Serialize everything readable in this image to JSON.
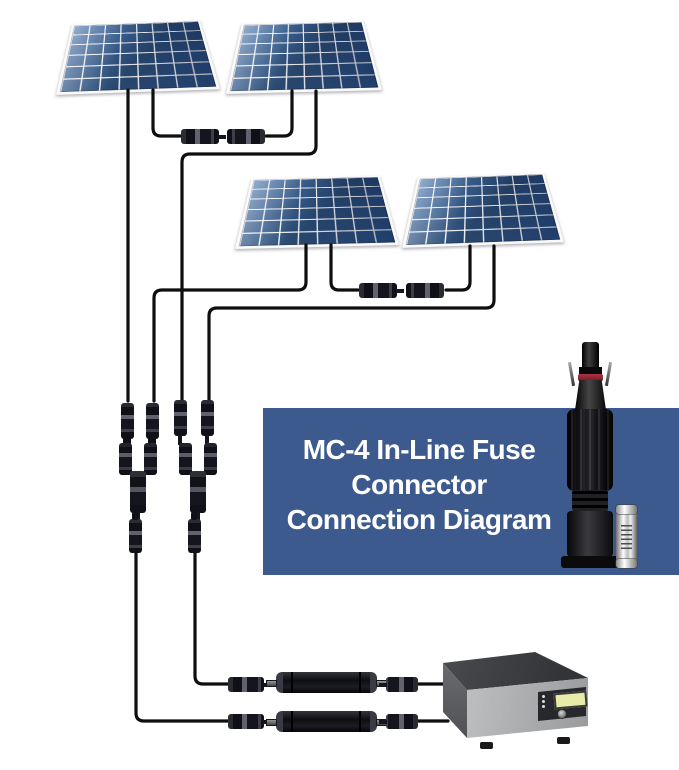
{
  "banner": {
    "title_lines": [
      "MC-4 In-Line Fuse",
      "Connector",
      "Connection Diagram"
    ],
    "background_color": "#3d5a8e",
    "text_color": "#ffffff"
  },
  "diagram": {
    "wire_color": "#0e0e0e",
    "panel_cell_color": "#27497a",
    "panel_frame_color": "#fafafa",
    "inverter_lcd_color": "#e9eba9",
    "components": [
      {
        "name": "solar-panel",
        "count": 4
      },
      {
        "name": "mc4-connector-pair",
        "count": 2
      },
      {
        "name": "mc4-single-connector",
        "count": 6
      },
      {
        "name": "mc4-branch-connector",
        "count": 2
      },
      {
        "name": "inline-fuse-holder",
        "count": 2
      },
      {
        "name": "mc4-inline-fuse-closeup",
        "count": 1
      },
      {
        "name": "fuse-cartridge",
        "count": 1
      },
      {
        "name": "inverter",
        "count": 1
      }
    ]
  }
}
